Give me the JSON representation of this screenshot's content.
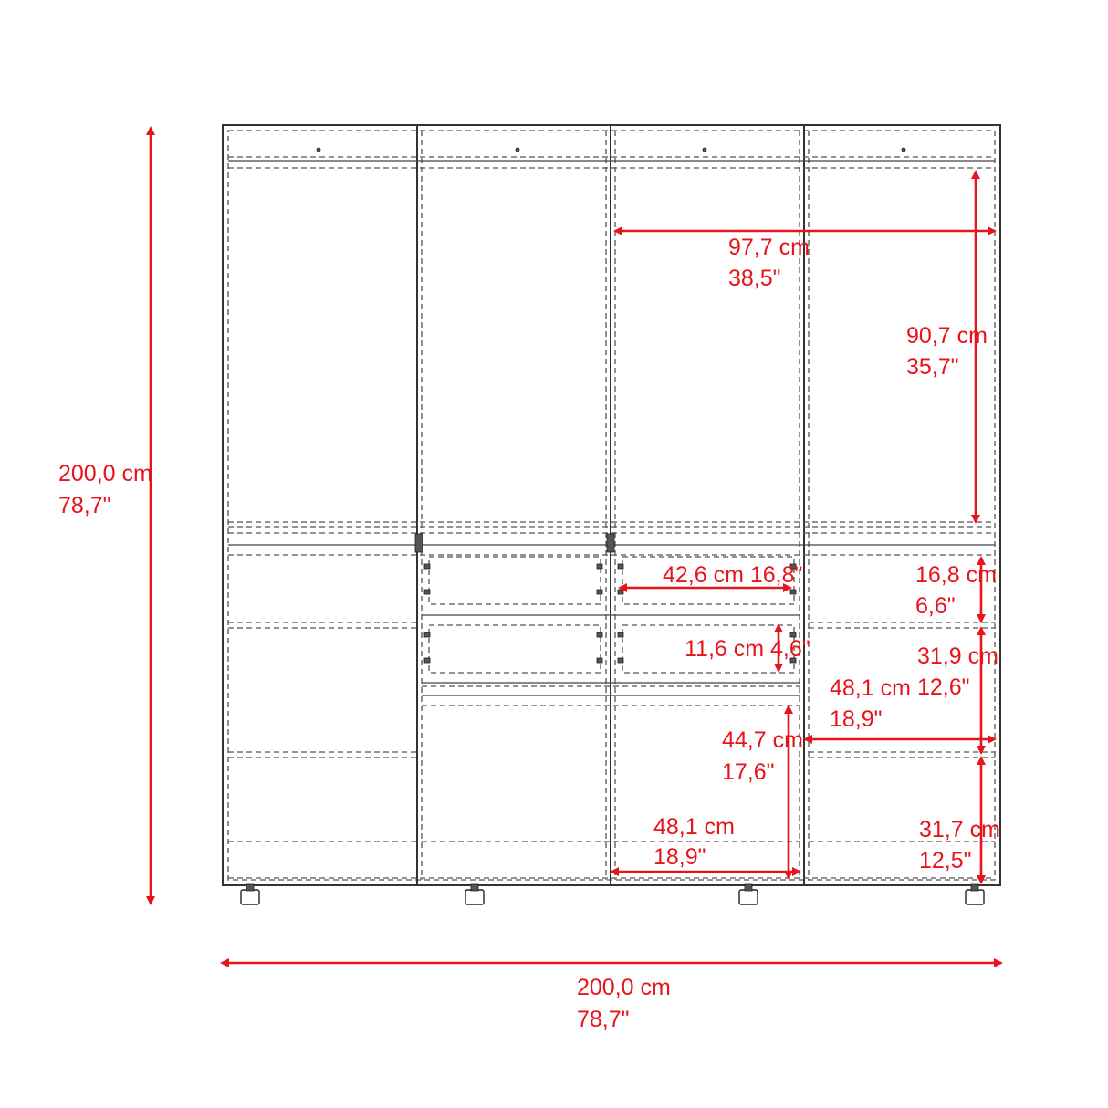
{
  "diagram": {
    "type": "wardrobe-dimension-drawing",
    "accent_color": "#e8141b",
    "line_color": "#333333",
    "columns": 4,
    "dimensions": {
      "overall_height": {
        "cm": "200,0 cm",
        "in": "78,7\""
      },
      "overall_width": {
        "cm": "200,0 cm",
        "in": "78,7\""
      },
      "hanging_width": {
        "cm": "97,7 cm",
        "in": "38,5\""
      },
      "hanging_height": {
        "cm": "90,7 cm",
        "in": "35,7\""
      },
      "drawer_width": {
        "label": "42,6 cm 16,8\""
      },
      "drawer_height": {
        "label": "11,6 cm 4,6\""
      },
      "right_top_shelf": {
        "cm": "16,8 cm",
        "in": "6,6\""
      },
      "right_mid_shelf": {
        "cm": "31,9 cm",
        "in": "12,6\""
      },
      "right_shelf_width": {
        "cm": "48,1 cm",
        "in": "18,9\""
      },
      "center_lower_height": {
        "cm": "44,7 cm",
        "in": "17,6\""
      },
      "center_lower_width": {
        "cm": "48,1 cm",
        "in": "18,9\""
      },
      "right_bottom_shelf": {
        "cm": "31,7 cm",
        "in": "12,5\""
      }
    }
  }
}
